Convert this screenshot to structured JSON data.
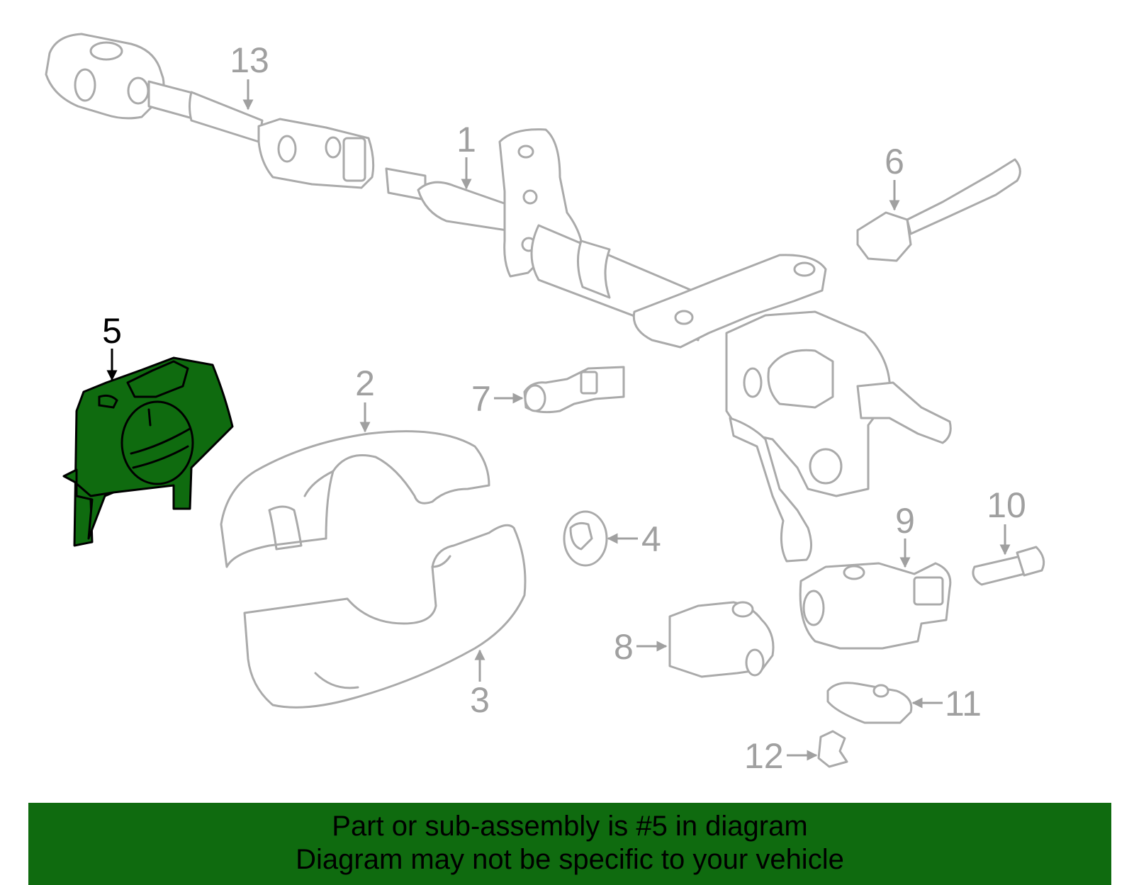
{
  "colors": {
    "highlight": "#0f6b0f",
    "outline": "#aaaaaa",
    "callout": "#a0a0a0"
  },
  "callouts": {
    "c1": "1",
    "c2": "2",
    "c3": "3",
    "c4": "4",
    "c5": "5",
    "c6": "6",
    "c7": "7",
    "c8": "8",
    "c9": "9",
    "c10": "10",
    "c11": "11",
    "c12": "12",
    "c13": "13"
  },
  "highlighted_part": "5",
  "banner": {
    "line1": "Part or sub-assembly is #5 in diagram",
    "line2": "Diagram may not be specific to your vehicle"
  }
}
